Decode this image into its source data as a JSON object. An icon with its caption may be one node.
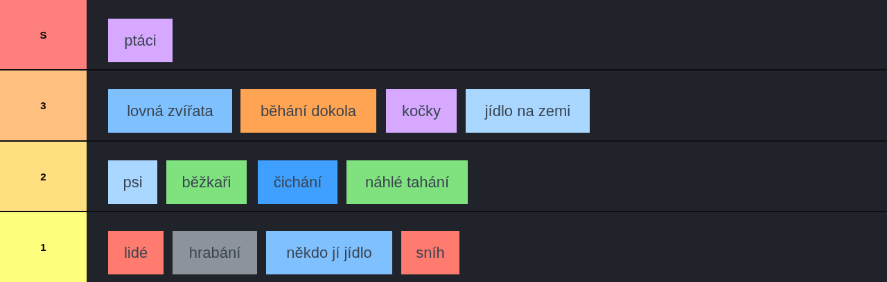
{
  "diagram": {
    "nodes": [
      {
        "text": [
          "S"
        ]
      },
      {
        "text": [
          "ptáci"
        ],
        "in": 0
      },
      {
        "text": [
          "3"
        ]
      },
      {
        "text": [
          "lovná zvířata"
        ],
        "in": 2
      },
      {
        "text": [
          "běhání dokola"
        ],
        "in": 2
      },
      {
        "text": [
          "kočky"
        ],
        "in": 2
      },
      {
        "text": [
          "jídlo na zemi"
        ],
        "in": 2
      },
      {
        "text": [
          "2"
        ]
      },
      {
        "text": [
          "psi"
        ],
        "in": 7
      },
      {
        "text": [
          "běžkaři"
        ],
        "in": 7
      },
      {
        "text": [
          "čichání"
        ],
        "in": 7
      },
      {
        "text": [
          "náhlé tahání"
        ],
        "in": 7
      },
      {
        "text": [
          "1"
        ]
      },
      {
        "text": [
          "lidé"
        ],
        "in": 12
      },
      {
        "text": [
          "hrabání"
        ],
        "in": 12
      },
      {
        "text": [
          "někdo jí jídlo"
        ],
        "in": 12
      },
      {
        "text": [
          "sníh"
        ],
        "in": 12
      }
    ]
  }
}
